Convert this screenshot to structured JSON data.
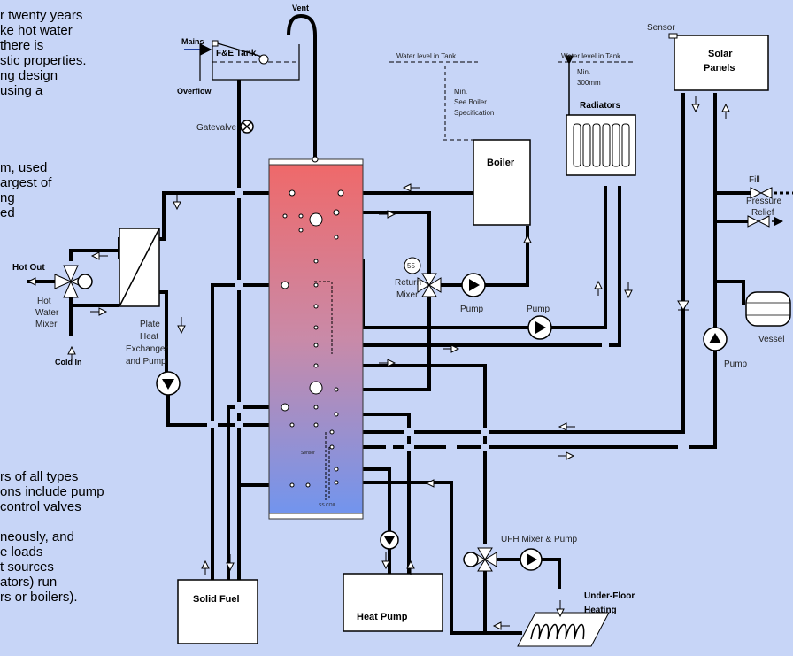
{
  "body_text": {
    "top": [
      "r twenty years",
      "ke hot water",
      " there is",
      "stic properties.",
      "ng design",
      " using a"
    ],
    "middle": [
      "m, used",
      "argest of",
      "ng",
      "ed"
    ],
    "bottom": [
      "rs of all types",
      "ons include pump",
      "control valves",
      "",
      "neously, and",
      "e loads",
      "t sources",
      "ators) run",
      "rs or boilers)."
    ]
  },
  "labels": {
    "vent": "Vent",
    "mains": "Mains",
    "fe_tank": "F&E Tank",
    "overflow": "Overflow",
    "gatevalve": "Gatevalve",
    "hot_out": "Hot Out",
    "hot_water_mixer": [
      "Hot",
      "Water",
      "Mixer"
    ],
    "cold_in": "Cold In",
    "plate_heat": [
      "Plate",
      "Heat",
      "Exchanger",
      "and Pump"
    ],
    "water_level_1": "Water level in Tank",
    "min_boiler": [
      "Min.",
      "See Boiler",
      "Specification"
    ],
    "water_level_2": "Water level in Tank",
    "min_300": [
      "Min.",
      "300mm"
    ],
    "sensor": "Sensor",
    "solar_panels": [
      "Solar",
      "Panels"
    ],
    "boiler": "Boiler",
    "radiators": "Radiators",
    "return_mixer": [
      "Return",
      "Mixer"
    ],
    "mixer_setting": "55",
    "pump": "Pump",
    "pump_radiators": "Pump",
    "pump_solar": "Pump",
    "fill": "Fill",
    "pressure_relief": [
      "Pressure",
      "Relief"
    ],
    "vessel": "Vessel",
    "ufh_mixer_pump": "UFH Mixer & Pump",
    "underfloor": [
      "Under-Floor",
      "Heating"
    ],
    "solid_fuel": "Solid Fuel",
    "heat_pump": "Heat Pump",
    "sensor_small": "Sensor",
    "coil_tag": "SS COIL"
  },
  "colors": {
    "background": "#c7d5f7",
    "tank_top": "#f06868",
    "tank_bottom": "#6f95f0"
  }
}
